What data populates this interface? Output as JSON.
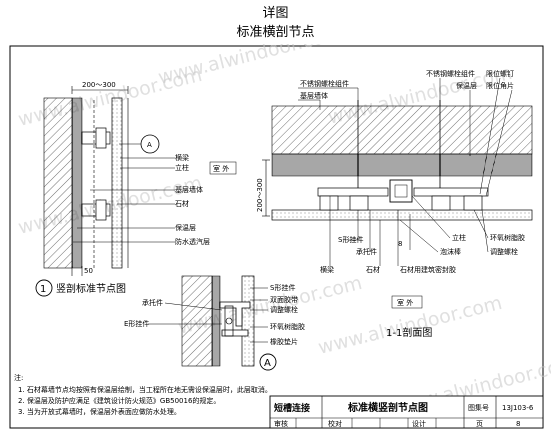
{
  "header": {
    "subtitle": "详图",
    "title": "标准横剖节点"
  },
  "watermark": "www.alwindoor.com",
  "left_section": {
    "dim": "200～300",
    "marker": "A",
    "dim_bottom": "50",
    "labels": {
      "keel": "横梁",
      "column": "立柱",
      "exterior": "室 外",
      "wall": "基层墙体",
      "stone": "石材",
      "insulation": "保温层",
      "membrane": "防水透汽层"
    },
    "caption_num": "1",
    "caption": "竖剖标准节点图"
  },
  "detail_a": {
    "labels": {
      "bracket": "承托件",
      "e_hanger": "E形挂件",
      "s_hanger": "S形挂件",
      "adhesive": "双面胶带",
      "shim": "调整螺栓",
      "epoxy": "环氧树脂胶",
      "rubber_pad": "橡胶垫片"
    },
    "marker": "A"
  },
  "right_section": {
    "labels": {
      "bolt_assembly_1": "不锈钢螺栓组件",
      "wall": "基层墙体",
      "bolt_assembly_2": "不锈钢螺栓组件",
      "insulation": "保温层",
      "limit_bolt": "限位螺钉",
      "limit_angle": "限位角片",
      "exterior": "室 外",
      "dim_v": "200～300",
      "s_hanger": "S形挂件",
      "bracket": "承托件",
      "keel": "横梁",
      "stone": "石材",
      "gap": "8",
      "column": "立柱",
      "foam_rod": "泡沫棒",
      "sealant": "石材用建筑密封胶",
      "epoxy": "环氧树脂胶",
      "adjust_bolt": "调整螺栓",
      "exterior2": "室 外"
    },
    "caption": "1-1剖面图"
  },
  "notes": {
    "heading": "注:",
    "lines": [
      "1. 石材幕墙节点均按照有保温层绘制，当工程所在地无需设保温层时，此层取消。",
      "2. 保温层及防护应满足《建筑设计防火规范》GB50016的规定。",
      "3. 当为开放式幕墙时，保温层外表面应做防水处理。"
    ]
  },
  "title_block": {
    "category": "短槽连接",
    "drawing_title": "标准横竖剖节点图",
    "atlas_label": "图集号",
    "atlas_no": "13J103-6",
    "review": "审核",
    "check": "校对",
    "design": "设计",
    "page_label": "页",
    "page_no": "8"
  }
}
